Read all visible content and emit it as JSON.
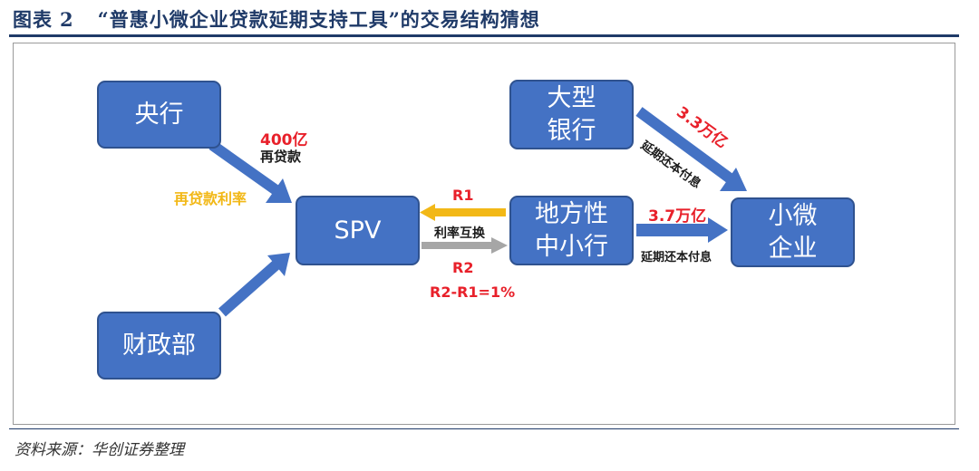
{
  "header": {
    "figure_label": "图表",
    "figure_number": "2",
    "title": "“普惠小微企业贷款延期支持工具”的交易结构猜想"
  },
  "nodes": {
    "central_bank": [
      "央行"
    ],
    "ministry_finance": [
      "财政部"
    ],
    "spv": [
      "SPV"
    ],
    "large_bank": [
      "大型",
      "银行"
    ],
    "local_bank": [
      "地方性",
      "中小行"
    ],
    "small_business": [
      "小微",
      "企业"
    ]
  },
  "labels": {
    "amount_400": "400亿",
    "relending": "再贷款",
    "relending_rate": "再贷款利率",
    "r1": "R1",
    "rate_swap": "利率互换",
    "r2": "R2",
    "r2_minus_r1": "R2-R1=1%",
    "amount_33": "3.3万亿",
    "deferral_large": "延期还本付息",
    "amount_37": "3.7万亿",
    "deferral_local": "延期还本付息"
  },
  "colors": {
    "node_fill": "#4472c4",
    "node_border": "#2f528f",
    "arrow_blue": "#4472c4",
    "arrow_gold": "#f2b817",
    "arrow_gray": "#a6a6a6",
    "text_red": "#e8202a",
    "title_navy": "#1f3a68"
  },
  "footer": {
    "source": "资料来源：华创证券整理"
  }
}
